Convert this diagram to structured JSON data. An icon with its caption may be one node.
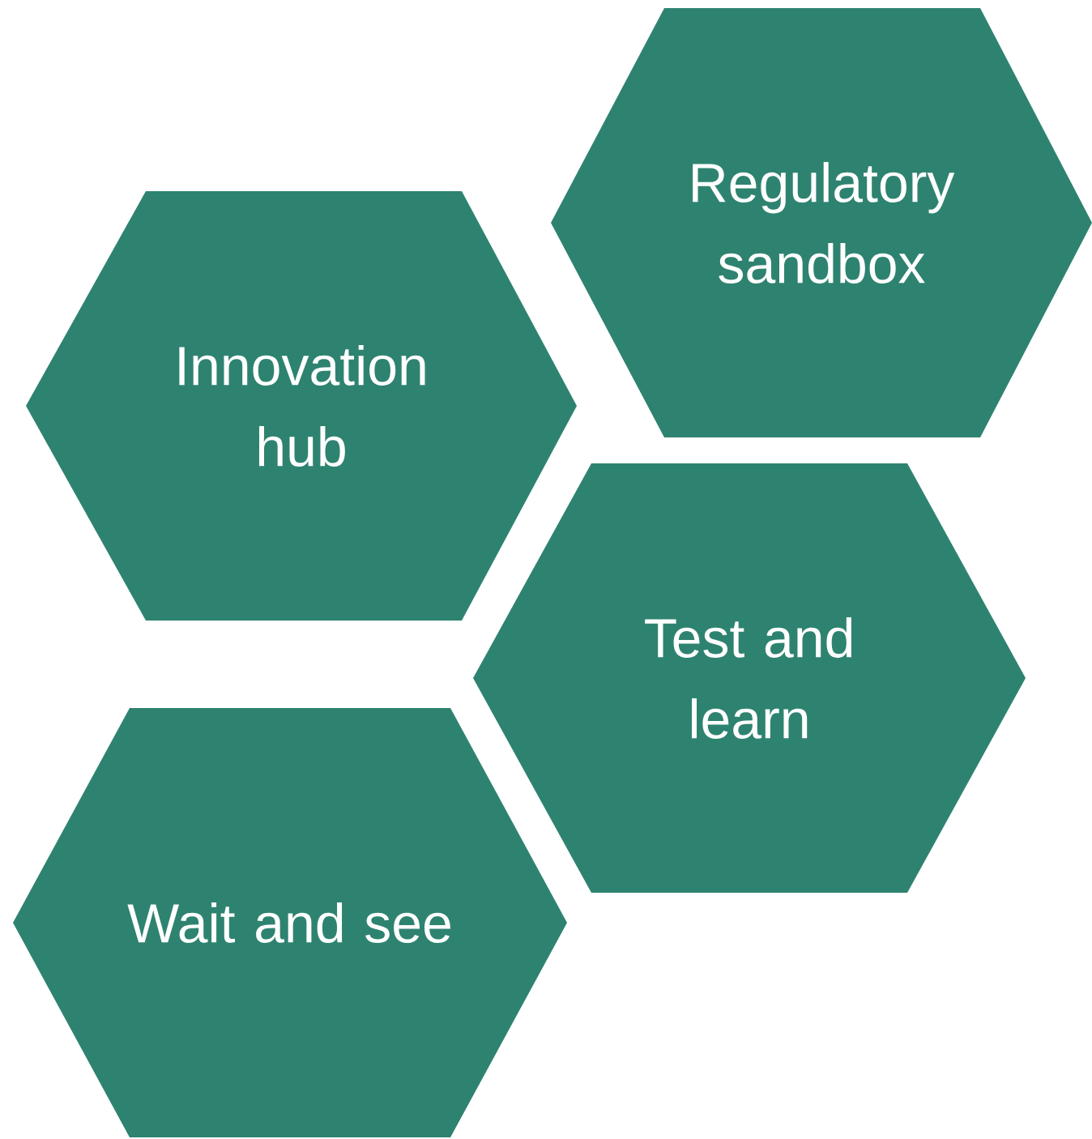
{
  "diagram": {
    "nodes": [
      {
        "text": [
          "Regulatory sandbox"
        ]
      },
      {
        "text": [
          "Innovation hub"
        ]
      },
      {
        "text": [
          "Test and learn"
        ]
      },
      {
        "text": [
          "Wait and see"
        ]
      }
    ]
  }
}
